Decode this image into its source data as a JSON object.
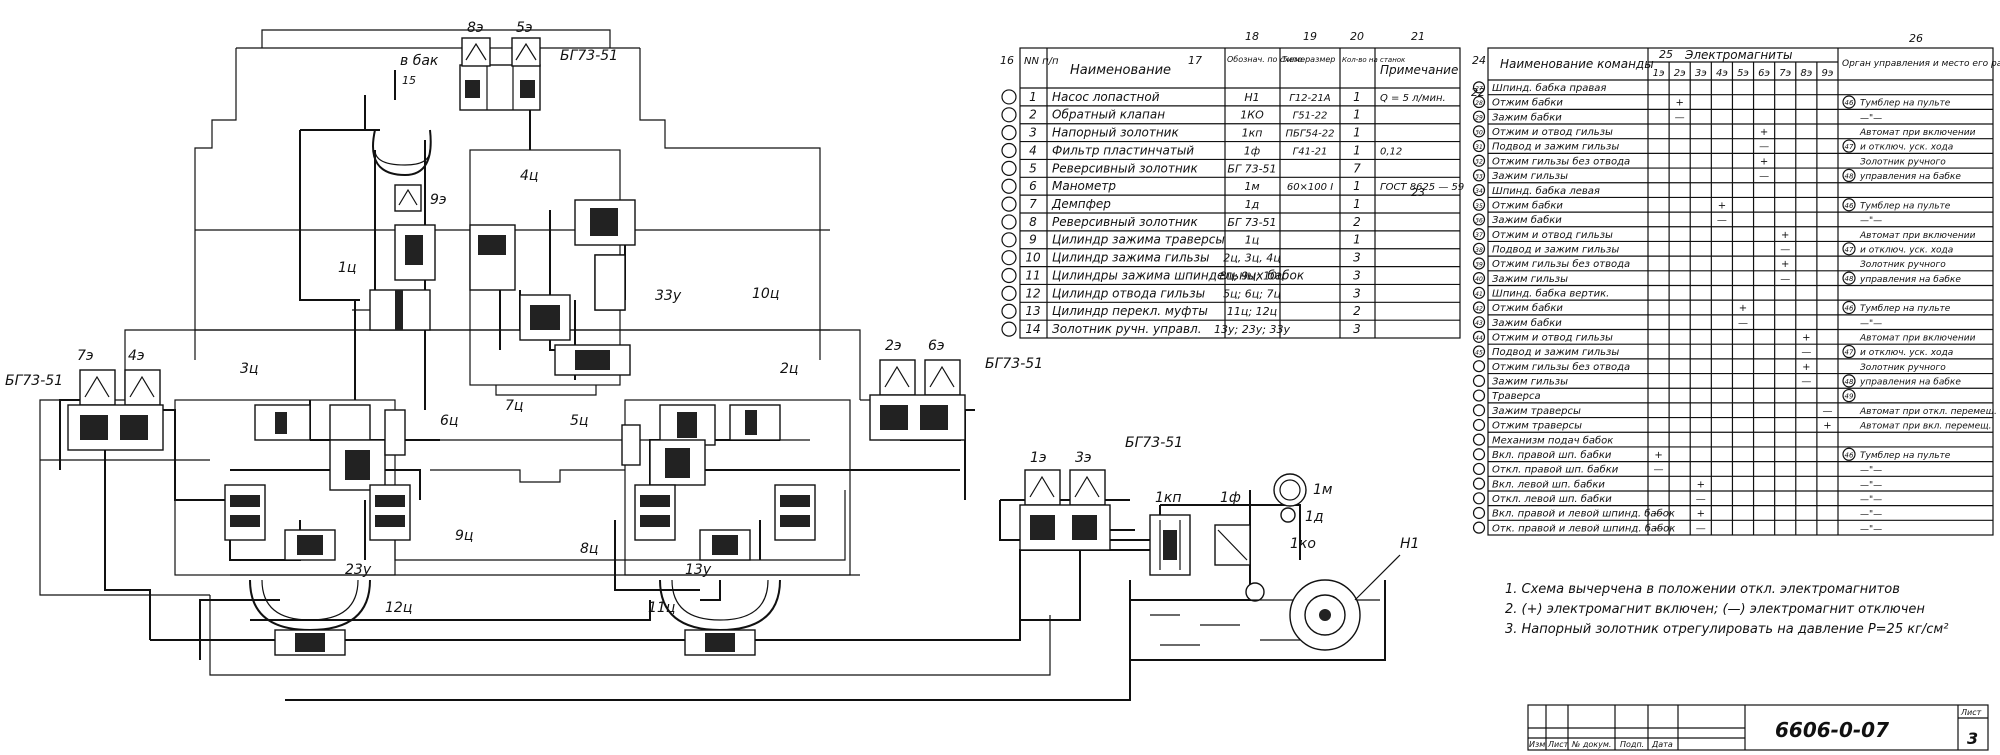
{
  "labels": {
    "bak": "в бак",
    "n15": "15",
    "sol_8e": "8э",
    "sol_5e": "5э",
    "valve_top": "БГ73-51",
    "sol_9e": "9э",
    "c1": "1ц",
    "c4": "4ц",
    "v33": "33у",
    "c10": "10ц",
    "c7": "7ц",
    "sol_7e": "7э",
    "sol_4e": "4э",
    "valve_left": "БГ73-51",
    "c3": "3ц",
    "c6": "6ц",
    "c5": "5ц",
    "c2": "2ц",
    "sol_2e": "2э",
    "sol_6e": "6э",
    "valve_right": "БГ73-51",
    "c9": "9ц",
    "c8": "8ц",
    "v23": "23у",
    "v13": "13у",
    "c12": "12ц",
    "c11": "11ц",
    "sol_1e": "1э",
    "sol_3e": "3э",
    "valve_mid": "БГ73-51",
    "kp1": "1кп",
    "f1": "1ф",
    "m1": "1м",
    "d1": "1д",
    "ko1": "1ко",
    "h1": "Н1"
  },
  "spec_table": {
    "col_markers": [
      "16",
      "17",
      "18",
      "19",
      "20",
      "21",
      "22",
      "23"
    ],
    "headers": {
      "num": "NN п/п",
      "name": "Наименование",
      "designation": "Обознач. по схеме",
      "size": "Типо-размер",
      "qty": "Кол-во на станок",
      "note": "Примечание"
    },
    "rows": [
      {
        "num": "1",
        "name": "Насос лопастной",
        "designation": "Н1",
        "size": "Г12-21А",
        "qty": "1",
        "note": "Q = 5 л/мин."
      },
      {
        "num": "2",
        "name": "Обратный клапан",
        "designation": "1КО",
        "size": "Г51-22",
        "qty": "1",
        "note": ""
      },
      {
        "num": "3",
        "name": "Напорный золотник",
        "designation": "1кп",
        "size": "ПБГ54-22",
        "qty": "1",
        "note": ""
      },
      {
        "num": "4",
        "name": "Фильтр пластинчатый",
        "designation": "1ф",
        "size": "Г41-21",
        "qty": "1",
        "note": "0,12"
      },
      {
        "num": "5",
        "name": "Реверсивный золотник",
        "designation": "БГ 73-51",
        "size": "",
        "qty": "7",
        "note": ""
      },
      {
        "num": "6",
        "name": "Манометр",
        "designation": "1м",
        "size": "60×100 I",
        "qty": "1",
        "note": "ГОСТ 8625 — 59"
      },
      {
        "num": "7",
        "name": "Демпфер",
        "designation": "1д",
        "size": "",
        "qty": "1",
        "note": ""
      },
      {
        "num": "8",
        "name": "Реверсивный золотник",
        "designation": "БГ 73-51",
        "size": "",
        "qty": "2",
        "note": ""
      },
      {
        "num": "9",
        "name": "Цилиндр зажима траверсы",
        "designation": "1ц",
        "size": "",
        "qty": "1",
        "note": ""
      },
      {
        "num": "10",
        "name": "Цилиндр зажима гильзы",
        "designation": "2ц, 3ц, 4ц",
        "size": "",
        "qty": "3",
        "note": ""
      },
      {
        "num": "11",
        "name": "Цилиндры зажима шпиндельных бабок",
        "designation": "8ц; 9ц; 10ц",
        "size": "",
        "qty": "3",
        "note": ""
      },
      {
        "num": "12",
        "name": "Цилиндр отвода гильзы",
        "designation": "5ц; 6ц; 7ц",
        "size": "",
        "qty": "3",
        "note": ""
      },
      {
        "num": "13",
        "name": "Цилиндр перекл. муфты",
        "designation": "11ц; 12ц",
        "size": "",
        "qty": "2",
        "note": ""
      },
      {
        "num": "14",
        "name": "Золотник ручн. управл.",
        "designation": "13у; 23у; 33у",
        "size": "",
        "qty": "3",
        "note": ""
      }
    ]
  },
  "cmd_table": {
    "col_markers": [
      "24",
      "25",
      "26"
    ],
    "headers": {
      "name": "Наименование команды",
      "electromagnets": "Электромагниты",
      "organ": "Орган управления и место его располож."
    },
    "magnet_cols": [
      "1э",
      "2э",
      "3э",
      "4э",
      "5э",
      "6э",
      "7э",
      "8э",
      "9э"
    ],
    "rows": [
      {
        "marker": "27",
        "name": "Шпинд. бабка правая",
        "signs": [
          "",
          "",
          "",
          "",
          "",
          "",
          "",
          "",
          ""
        ],
        "organ_marker": "",
        "organ": ""
      },
      {
        "marker": "28",
        "name": "Отжим бабки",
        "signs": [
          "",
          "+",
          "",
          "",
          "",
          "",
          "",
          "",
          ""
        ],
        "organ_marker": "46",
        "organ": "Тумблер на пульте"
      },
      {
        "marker": "29",
        "name": "Зажим бабки",
        "signs": [
          "",
          "—",
          "",
          "",
          "",
          "",
          "",
          "",
          ""
        ],
        "organ_marker": "",
        "organ": "—\"—"
      },
      {
        "marker": "30",
        "name": "Отжим и отвод гильзы",
        "signs": [
          "",
          "",
          "",
          "",
          "",
          "+",
          "",
          "",
          ""
        ],
        "organ_marker": "",
        "organ": "Автомат при включении"
      },
      {
        "marker": "31",
        "name": "Подвод и зажим гильзы",
        "signs": [
          "",
          "",
          "",
          "",
          "",
          "—",
          "",
          "",
          ""
        ],
        "organ_marker": "47",
        "organ": "и отключ. уск. хода"
      },
      {
        "marker": "32",
        "name": "Отжим гильзы без отвода",
        "signs": [
          "",
          "",
          "",
          "",
          "",
          "+",
          "",
          "",
          ""
        ],
        "organ_marker": "",
        "organ": "Золотник ручного"
      },
      {
        "marker": "33",
        "name": "Зажим гильзы",
        "signs": [
          "",
          "",
          "",
          "",
          "",
          "—",
          "",
          "",
          ""
        ],
        "organ_marker": "48",
        "organ": "управления на бабке"
      },
      {
        "marker": "34",
        "name": "Шпинд. бабка левая",
        "signs": [
          "",
          "",
          "",
          "",
          "",
          "",
          "",
          "",
          ""
        ],
        "organ_marker": "",
        "organ": ""
      },
      {
        "marker": "35",
        "name": "Отжим бабки",
        "signs": [
          "",
          "",
          "",
          "+",
          "",
          "",
          "",
          "",
          ""
        ],
        "organ_marker": "46",
        "organ": "Тумблер на пульте"
      },
      {
        "marker": "36",
        "name": "Зажим бабки",
        "signs": [
          "",
          "",
          "",
          "—",
          "",
          "",
          "",
          "",
          ""
        ],
        "organ_marker": "",
        "organ": "—\"—"
      },
      {
        "marker": "37",
        "name": "Отжим и отвод гильзы",
        "signs": [
          "",
          "",
          "",
          "",
          "",
          "",
          "+",
          "",
          ""
        ],
        "organ_marker": "",
        "organ": "Автомат при включении"
      },
      {
        "marker": "38",
        "name": "Подвод и зажим гильзы",
        "signs": [
          "",
          "",
          "",
          "",
          "",
          "",
          "—",
          "",
          ""
        ],
        "organ_marker": "47",
        "organ": "и отключ. уск. хода"
      },
      {
        "marker": "39",
        "name": "Отжим гильзы без отвода",
        "signs": [
          "",
          "",
          "",
          "",
          "",
          "",
          "+",
          "",
          ""
        ],
        "organ_marker": "",
        "organ": "Золотник ручного"
      },
      {
        "marker": "40",
        "name": "Зажим гильзы",
        "signs": [
          "",
          "",
          "",
          "",
          "",
          "",
          "—",
          "",
          ""
        ],
        "organ_marker": "48",
        "organ": "управления на бабке"
      },
      {
        "marker": "41",
        "name": "Шпинд. бабка вертик.",
        "signs": [
          "",
          "",
          "",
          "",
          "",
          "",
          "",
          "",
          ""
        ],
        "organ_marker": "",
        "organ": ""
      },
      {
        "marker": "42",
        "name": "Отжим бабки",
        "signs": [
          "",
          "",
          "",
          "",
          "+",
          "",
          "",
          "",
          ""
        ],
        "organ_marker": "46",
        "organ": "Тумблер на пульте"
      },
      {
        "marker": "43",
        "name": "Зажим бабки",
        "signs": [
          "",
          "",
          "",
          "",
          "—",
          "",
          "",
          "",
          ""
        ],
        "organ_marker": "",
        "organ": "—\"—"
      },
      {
        "marker": "44",
        "name": "Отжим и отвод гильзы",
        "signs": [
          "",
          "",
          "",
          "",
          "",
          "",
          "",
          "+",
          ""
        ],
        "organ_marker": "",
        "organ": "Автомат при включении"
      },
      {
        "marker": "45",
        "name": "Подвод и зажим гильзы",
        "signs": [
          "",
          "",
          "",
          "",
          "",
          "",
          "",
          "—",
          ""
        ],
        "organ_marker": "47",
        "organ": "и отключ. уск. хода"
      },
      {
        "marker": "",
        "name": "Отжим гильзы без отвода",
        "signs": [
          "",
          "",
          "",
          "",
          "",
          "",
          "",
          "+",
          ""
        ],
        "organ_marker": "",
        "organ": "Золотник ручного"
      },
      {
        "marker": "",
        "name": "Зажим гильзы",
        "signs": [
          "",
          "",
          "",
          "",
          "",
          "",
          "",
          "—",
          ""
        ],
        "organ_marker": "48",
        "organ": "управления на бабке"
      },
      {
        "marker": "",
        "name": "Траверса",
        "signs": [
          "",
          "",
          "",
          "",
          "",
          "",
          "",
          "",
          ""
        ],
        "organ_marker": "49",
        "organ": ""
      },
      {
        "marker": "",
        "name": "Зажим траверсы",
        "signs": [
          "",
          "",
          "",
          "",
          "",
          "",
          "",
          "",
          "—"
        ],
        "organ_marker": "",
        "organ": "Автомат при откл. перемещ."
      },
      {
        "marker": "",
        "name": "Отжим траверсы",
        "signs": [
          "",
          "",
          "",
          "",
          "",
          "",
          "",
          "",
          "+"
        ],
        "organ_marker": "",
        "organ": "Автомат при вкл. перемещ."
      },
      {
        "marker": "",
        "name": "Механизм подач бабок",
        "signs": [
          "",
          "",
          "",
          "",
          "",
          "",
          "",
          "",
          ""
        ],
        "organ_marker": "",
        "organ": ""
      },
      {
        "marker": "",
        "name": "Вкл. правой шп. бабки",
        "signs": [
          "+",
          "",
          "",
          "",
          "",
          "",
          "",
          "",
          ""
        ],
        "organ_marker": "46",
        "organ": "Тумблер на пульте"
      },
      {
        "marker": "",
        "name": "Откл. правой шп. бабки",
        "signs": [
          "—",
          "",
          "",
          "",
          "",
          "",
          "",
          "",
          ""
        ],
        "organ_marker": "",
        "organ": "—\"—"
      },
      {
        "marker": "",
        "name": "Вкл. левой шп. бабки",
        "signs": [
          "",
          "",
          "+",
          "",
          "",
          "",
          "",
          "",
          ""
        ],
        "organ_marker": "",
        "organ": "—\"—"
      },
      {
        "marker": "",
        "name": "Откл. левой шп. бабки",
        "signs": [
          "",
          "",
          "—",
          "",
          "",
          "",
          "",
          "",
          ""
        ],
        "organ_marker": "",
        "organ": "—\"—"
      },
      {
        "marker": "",
        "name": "Вкл. правой и левой шпинд. бабок",
        "signs": [
          "—",
          "",
          "+",
          "",
          "",
          "",
          "",
          "",
          ""
        ],
        "organ_marker": "",
        "organ": "—\"—"
      },
      {
        "marker": "",
        "name": "Отк. правой и левой шпинд. бабок",
        "signs": [
          "—",
          "",
          "—",
          "",
          "",
          "",
          "",
          "",
          ""
        ],
        "organ_marker": "",
        "organ": "—\"—"
      }
    ]
  },
  "notes": [
    "1. Схема вычерчена в положении откл. электромагнитов",
    "2. (+) электромагнит включен; (—) электромагнит отключен",
    "3. Напорный золотник отрегулировать на давление Р=25 кг/см²"
  ],
  "title_block": {
    "cols": [
      "Изм",
      "Лист",
      "№ докум.",
      "Подп.",
      "Дата"
    ],
    "doc_number": "6606-0-07",
    "sheet_label": "Лист",
    "sheet": "3"
  }
}
